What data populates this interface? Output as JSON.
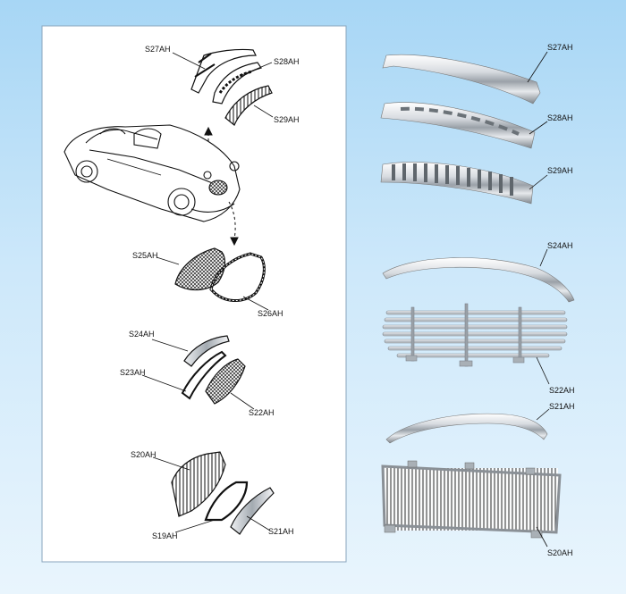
{
  "diagram": {
    "panel_labels": [
      "S27AH",
      "S28AH",
      "S29AH",
      "S25AH",
      "S26AH",
      "S24AH",
      "S23AH",
      "S22AH",
      "S20AH",
      "S19AH",
      "S21AH"
    ],
    "photo_labels": [
      "S27AH",
      "S28AH",
      "S29AH",
      "S24AH",
      "S22AH",
      "S21AH",
      "S20AH"
    ]
  },
  "colors": {
    "background_top": "#a7d6f5",
    "background_bottom": "#e9f5fd",
    "panel": "#ffffff",
    "chrome_light": "#f2f4f6",
    "chrome_dark": "#8a9096"
  },
  "icons": [
    "car-line-drawing-icon",
    "grille-part-icon",
    "chrome-trim-photo-icon"
  ]
}
